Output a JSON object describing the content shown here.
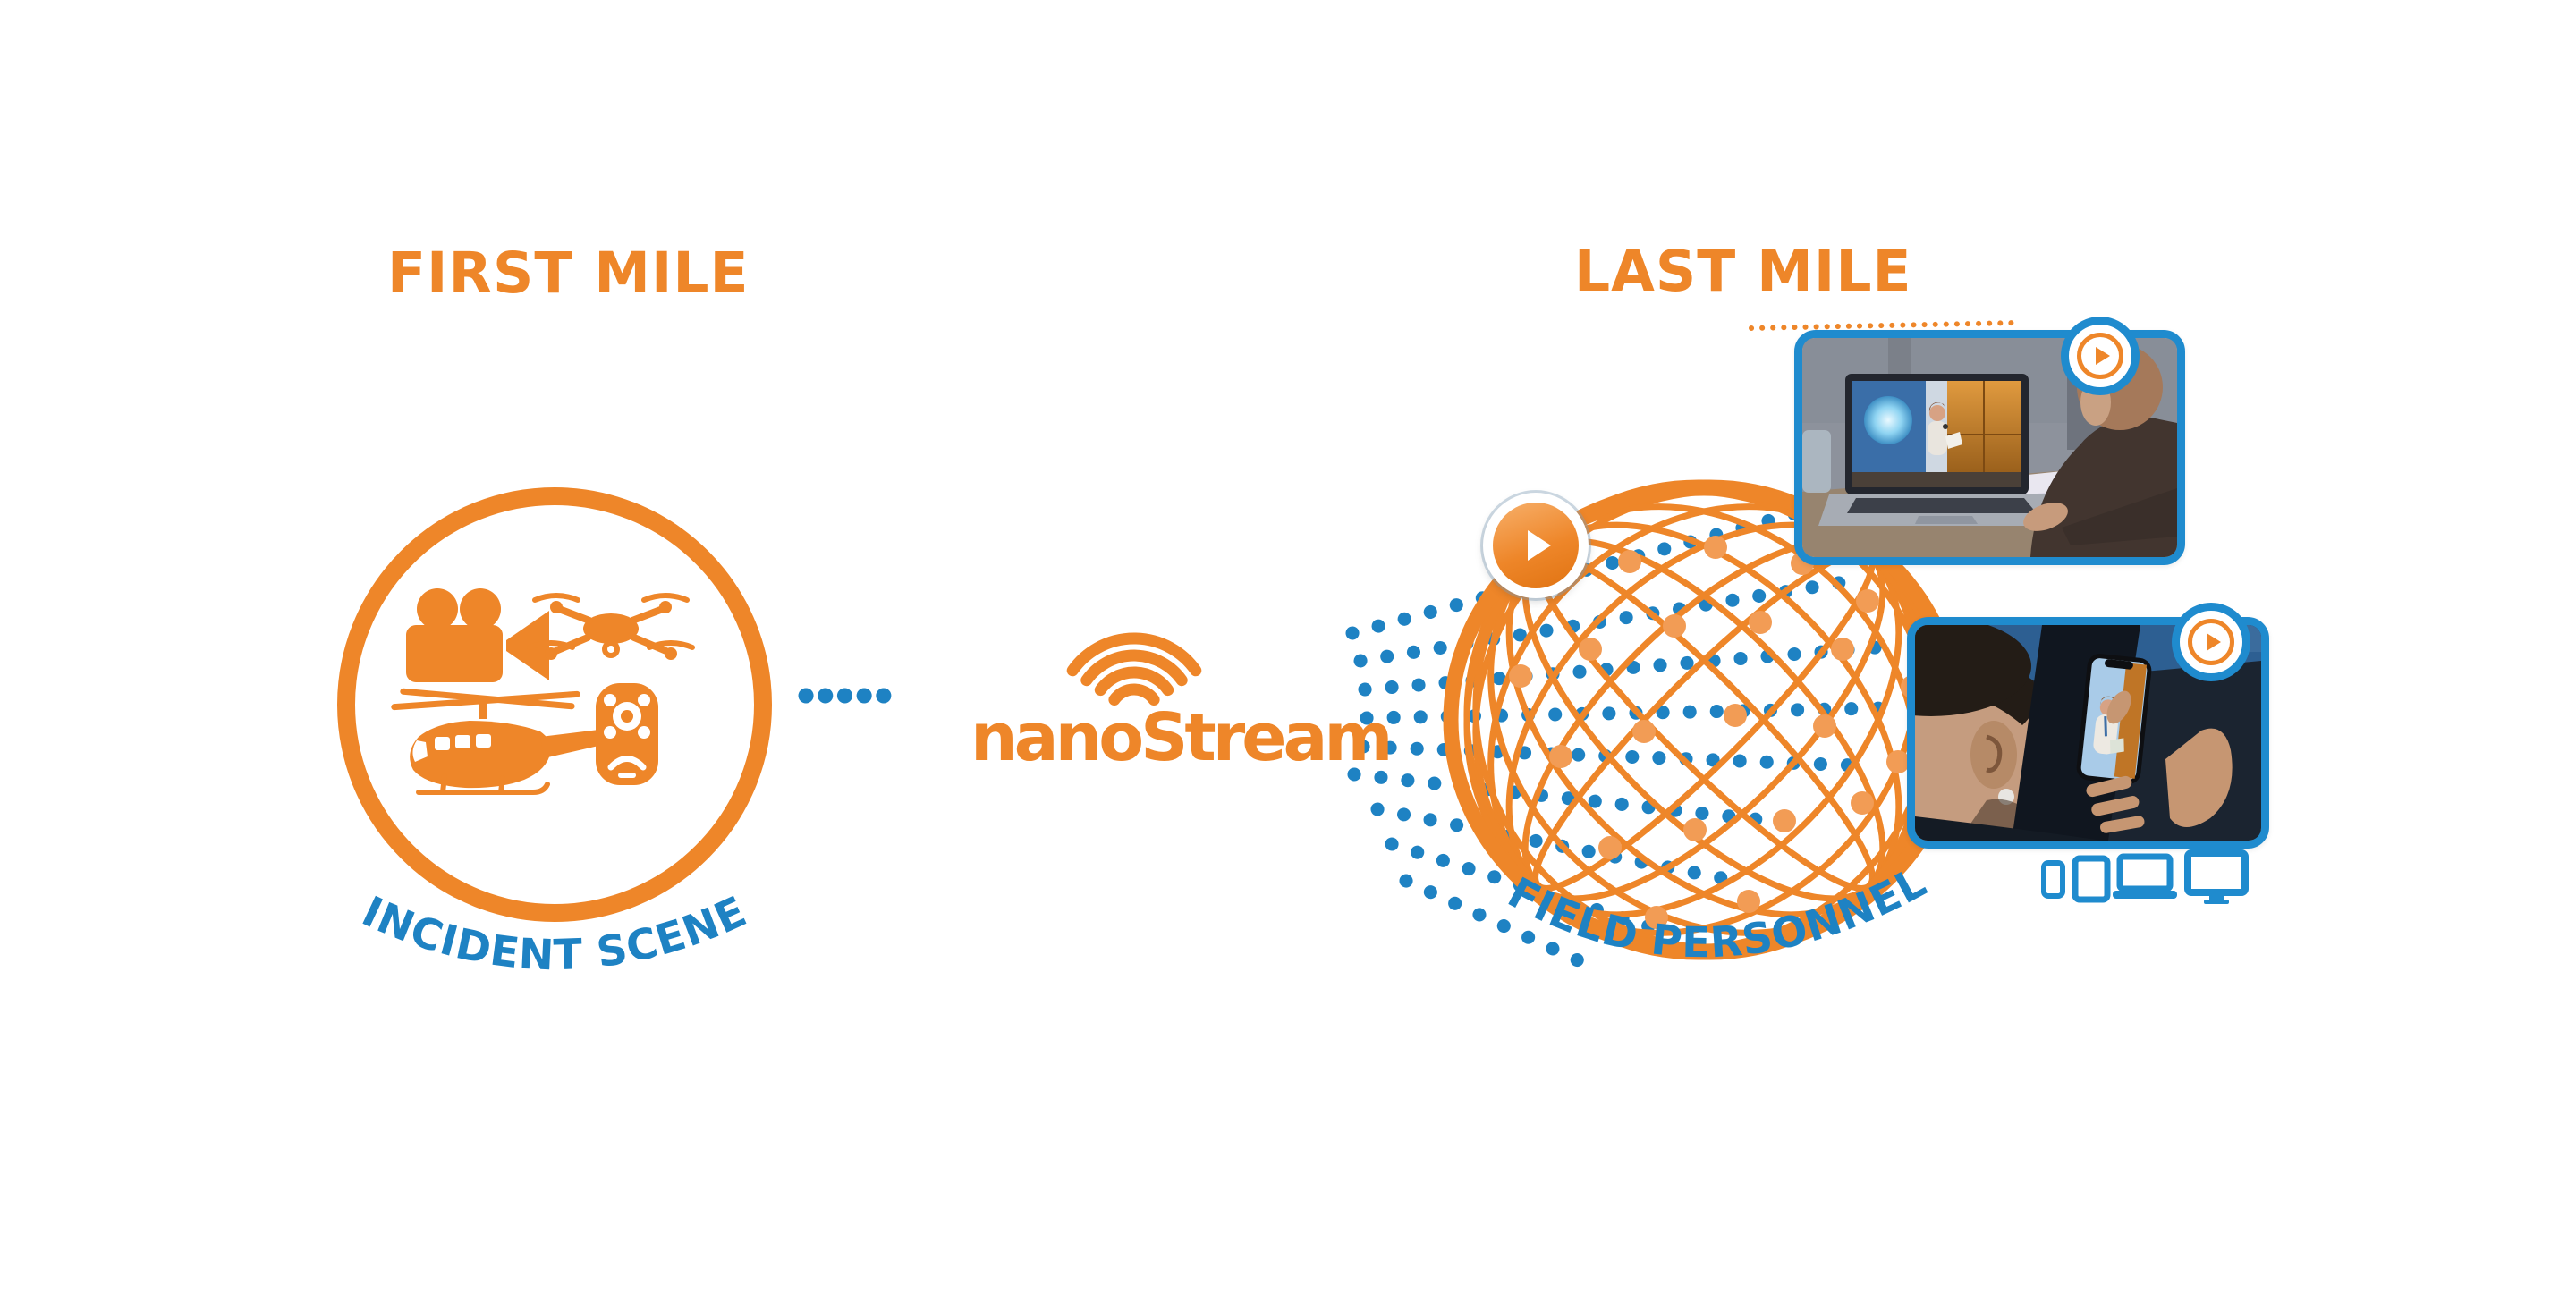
{
  "diagram": {
    "first_mile": {
      "title": "FIRST MILE",
      "caption": "INCIDENT SCENE",
      "icons": [
        "video-camera-icon",
        "drone-icon",
        "helicopter-icon",
        "remote-control-icon"
      ]
    },
    "last_mile": {
      "title": "LAST MILE",
      "caption": "FIELD PERSONNEL",
      "globe_icon": "network-globe",
      "device_icons": [
        "smartphone-icon",
        "tablet-icon",
        "laptop-icon",
        "monitor-icon"
      ]
    },
    "brand": {
      "wordmark": "nanoStream",
      "signal_icon": "wifi-signal-icon"
    },
    "stream": {
      "connector_style": "dotted-line",
      "fan_style": "dotted-rays",
      "play_icon": "play-icon"
    },
    "thumbnails": [
      {
        "name": "laptop-viewer-video",
        "play_icon": "play-icon"
      },
      {
        "name": "smartphone-viewer-video",
        "play_icon": "play-icon"
      }
    ],
    "colors": {
      "orange": "#EE8629",
      "orange_light": "#F29C55",
      "blue": "#1E82C3",
      "thumbnail_border": "#1F8BCE",
      "background": "#FFFFFF"
    }
  }
}
